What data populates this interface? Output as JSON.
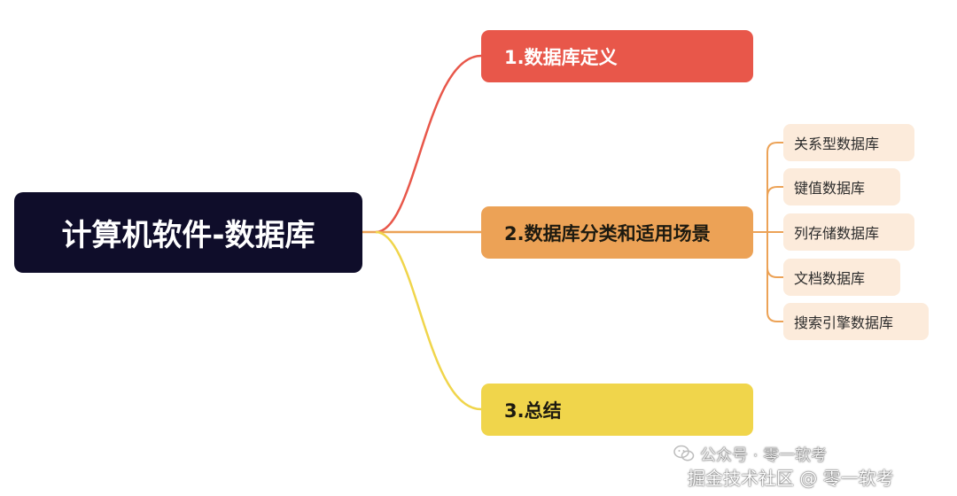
{
  "root": {
    "label": "计算机软件-数据库"
  },
  "branches": [
    {
      "label": "1.数据库定义",
      "color": "#e8574a"
    },
    {
      "label": "2.数据库分类和适用场景",
      "color": "#eca256"
    },
    {
      "label": "3.总结",
      "color": "#f0d54b"
    }
  ],
  "leaves": [
    {
      "label": "关系型数据库"
    },
    {
      "label": "键值数据库"
    },
    {
      "label": "列存储数据库"
    },
    {
      "label": "文档数据库"
    },
    {
      "label": "搜索引擎数据库"
    }
  ],
  "watermark": {
    "line1": "公众号 · 零一软考",
    "line2": "掘金技术社区 @ 零一软考"
  },
  "colors": {
    "root_bg": "#0f0d2a",
    "leaf_bg": "#fcebdb",
    "leaf_connector": "#eca256"
  }
}
